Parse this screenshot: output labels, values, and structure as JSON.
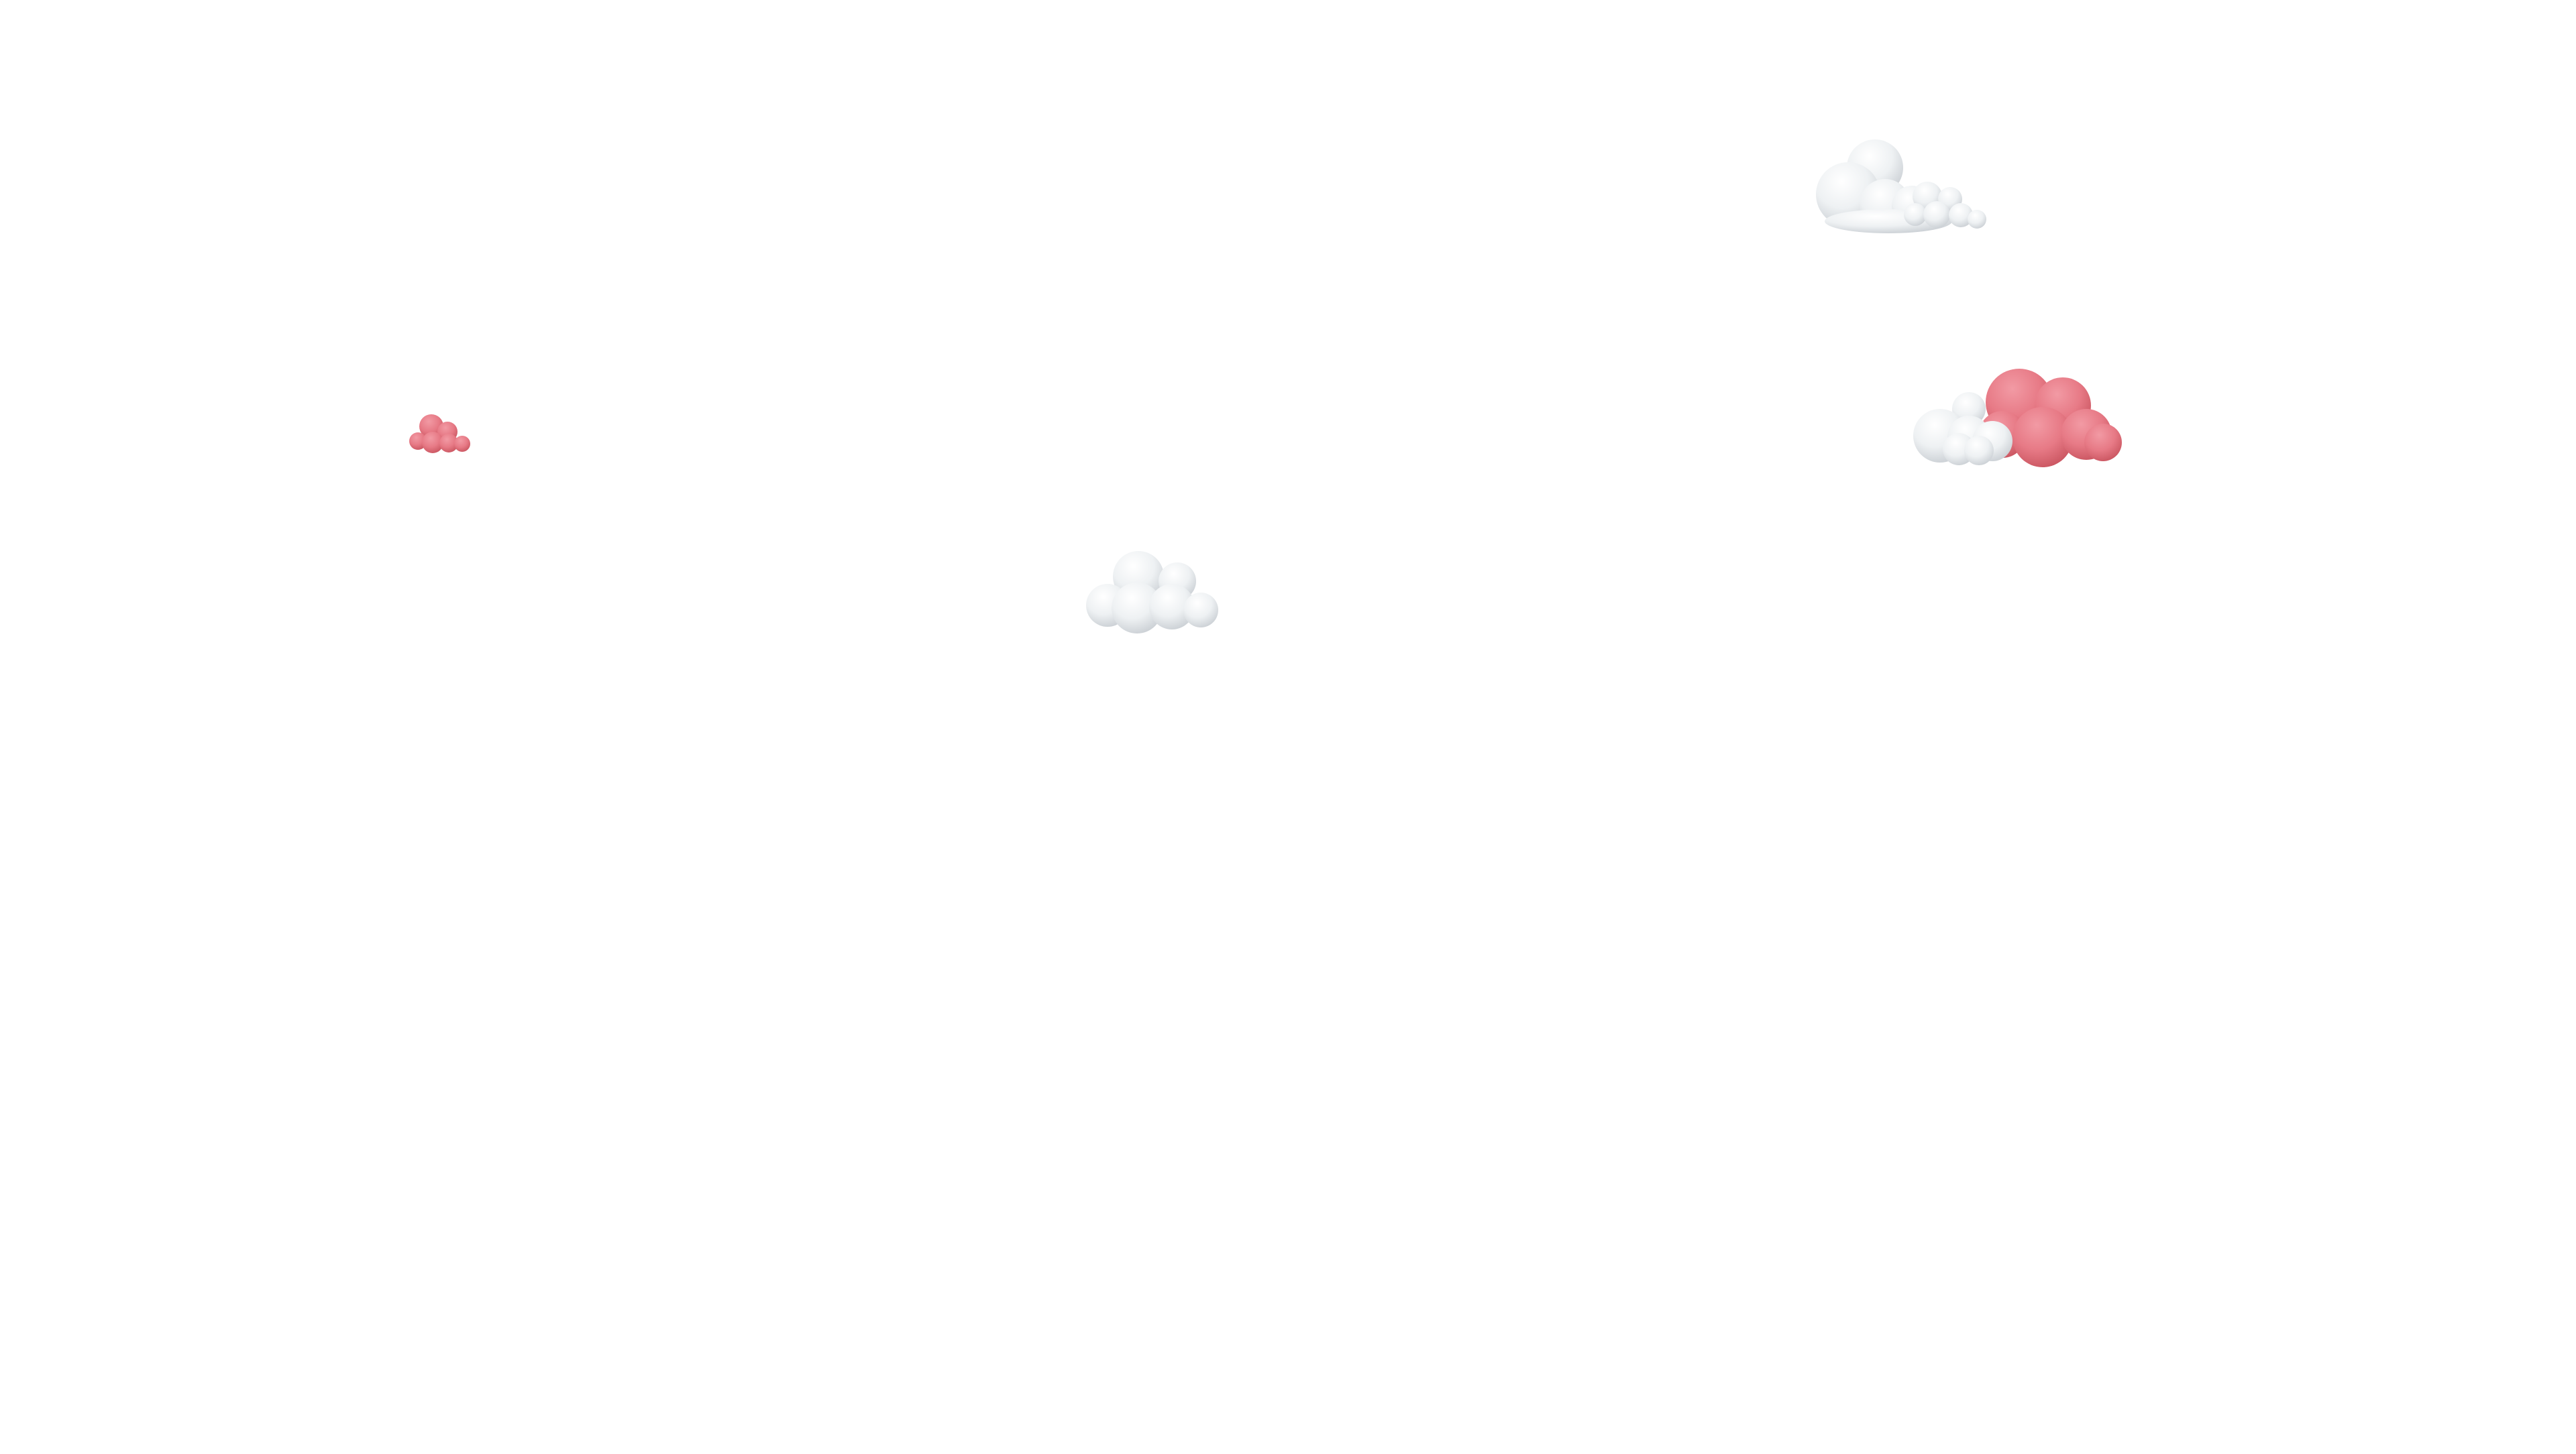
{
  "scene": {
    "background": "#ffffff",
    "clouds": [
      {
        "id": "cloud-a",
        "color": "white"
      },
      {
        "id": "cloud-b",
        "color": "white"
      },
      {
        "id": "cloud-c",
        "color": "pink"
      },
      {
        "id": "cloud-d",
        "color": "white"
      },
      {
        "id": "cloud-e",
        "color": "pink"
      },
      {
        "id": "cloud-f",
        "color": "white"
      }
    ],
    "palette": {
      "white_light": "#ffffff",
      "white_mid": "#eef1f3",
      "white_dark": "#c9ced3",
      "pink_light": "#f29aa4",
      "pink_mid": "#e77a86",
      "pink_dark": "#c9545f"
    }
  }
}
